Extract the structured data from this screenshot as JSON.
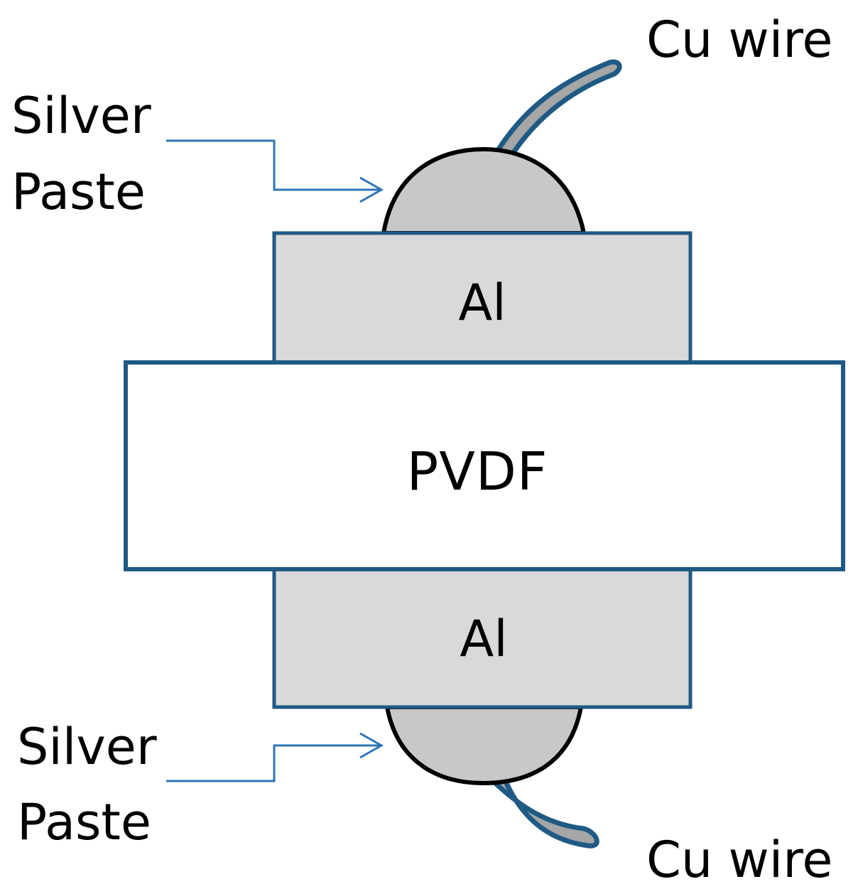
{
  "labels": {
    "cu_wire_top": "Cu wire",
    "cu_wire_bottom": "Cu wire",
    "silver_top_line1": "Silver",
    "silver_top_line2": "Paste",
    "silver_bottom_line1": "Silver",
    "silver_bottom_line2": "Paste",
    "al_top": "Al",
    "al_bottom": "Al",
    "pvdf": "PVDF"
  },
  "colors": {
    "outline_blue": "#1f5a84",
    "arrow_blue": "#2e75b6",
    "aluminum_fill": "#d9d9d9",
    "silver_paste_fill": "#c8c8c8",
    "wire_fill": "#a6a6a6",
    "pvdf_fill": "#ffffff",
    "paste_outline": "#000000"
  }
}
